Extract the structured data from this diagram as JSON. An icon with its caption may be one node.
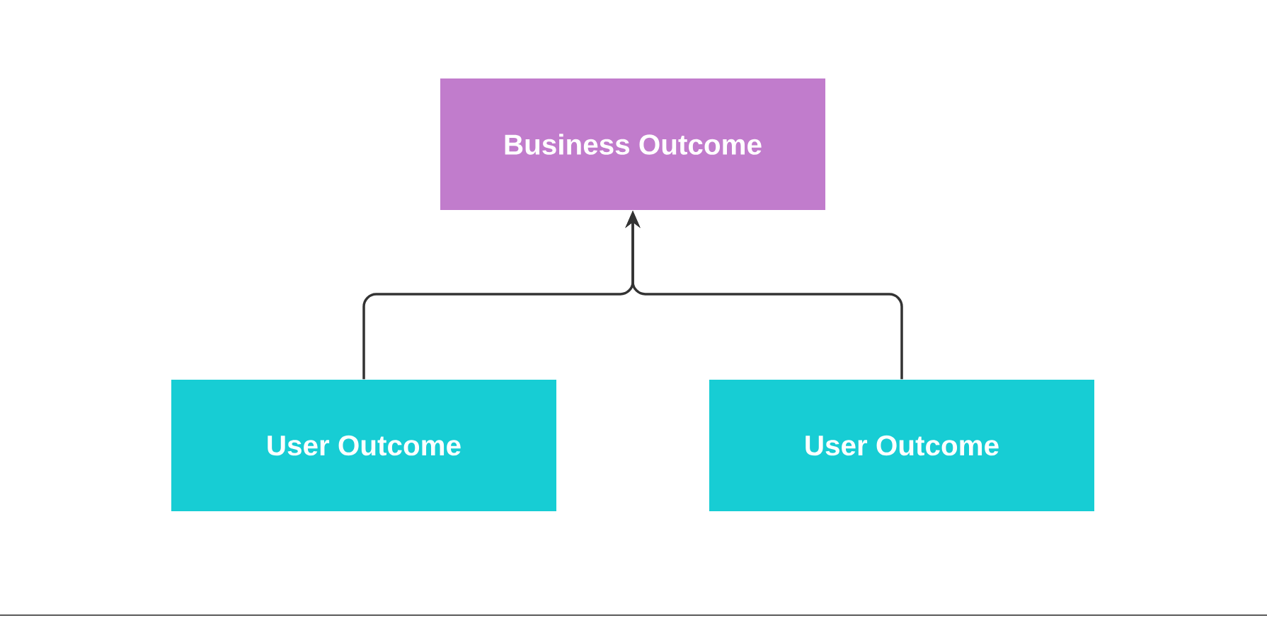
{
  "diagram": {
    "nodes": [
      {
        "text": [
          "Business Outcome"
        ]
      },
      {
        "text": [
          "User Outcome"
        ]
      },
      {
        "text": [
          "User Outcome"
        ]
      }
    ],
    "edges": [
      {
        "from": 1,
        "to": 0,
        "arrow": "to"
      },
      {
        "from": 2,
        "to": 0,
        "arrow": "to"
      }
    ]
  }
}
